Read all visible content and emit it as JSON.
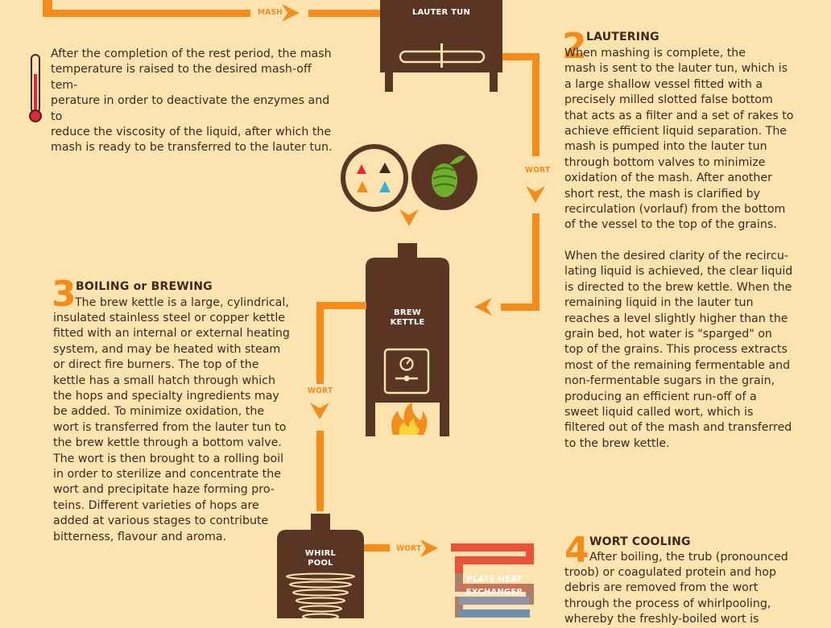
{
  "colors": {
    "background": "#fce3b0",
    "accent": "#f28c1c",
    "vessel": "#5a3524",
    "text": "#3d2a1c"
  },
  "intro": {
    "text": "After the completion of the rest period, the mash temperature is raised to the desired mash-off temperature in order to deactivate the enzymes and to reduce the viscosity of the liquid, after which the mash is ready to be transferred to the lauter tun.",
    "lines": [
      "After the completion of the rest period, the mash",
      "temperature is raised to the desired mash-off tem-",
      "perature in order to deactivate the enzymes and to",
      "reduce the viscosity of the liquid, after which the",
      "mash is ready to be transferred to the lauter tun."
    ],
    "icon": "thermometer-icon"
  },
  "flow_labels": {
    "mash": "MASH",
    "wort_1": "WORT",
    "wort_2": "WORT",
    "wort_3": "WORT"
  },
  "vessels": {
    "lauter_tun": "LAUTER TUN",
    "brew_kettle": [
      "BREW",
      "KETTLE"
    ],
    "whirlpool": [
      "WHIRL",
      "POOL"
    ],
    "plate_heat_exchanger": [
      "PLATE HEAT",
      "EXCHANGER"
    ]
  },
  "icons": {
    "ingredients": "specialty-ingredients-icon",
    "hops": "hop-cone-icon",
    "fire": "flame-icon",
    "gauge": "pressure-gauge-icon"
  },
  "sections": {
    "lautering": {
      "number": "2",
      "title": "LAUTERING",
      "para1": [
        "When mashing is complete, the",
        "mash is sent to the lauter tun, which is",
        "a large shallow vessel fitted with a",
        "precisely milled slotted false bottom",
        "that acts as a filter and a set of rakes to",
        "achieve efficient liquid separation. The",
        "mash is pumped into the lauter tun",
        "through bottom valves to minimize",
        "oxidation of the mash. After another",
        "short rest, the mash is clarified by",
        "recirculation (vorlauf) from the bottom",
        "of the vessel to the top of the grains."
      ],
      "para2": [
        "When the desired clarity of the recircu-",
        "lating liquid is achieved, the clear liquid",
        "is directed to the brew kettle. When the",
        "remaining liquid in the lauter tun",
        "reaches a level slightly higher than the",
        "grain bed, hot water is \"sparged\" on",
        "top of the grains. This process extracts",
        "most of the remaining fermentable and",
        "non-fermentable sugars in the grain,",
        "producing an efficient run-off of a",
        "sweet liquid called wort, which is",
        "filtered out of the mash and transferred",
        "to the brew kettle."
      ]
    },
    "boiling": {
      "number": "3",
      "title": "BOILING or BREWING",
      "lines": [
        "The brew kettle is a large, cylindrical,",
        "insulated stainless steel or copper kettle",
        "fitted with an internal or external heating",
        "system, and may be heated with steam",
        "or direct fire burners. The top of the",
        "kettle has a small hatch through which",
        "the hops and specialty ingredients may",
        "be added. To minimize oxidation, the",
        "wort is transferred from the lauter tun to",
        "the brew kettle through a bottom valve.",
        "The wort is then brought to a rolling boil",
        "in order to sterilize and concentrate the",
        "wort and precipitate haze forming pro-",
        "teins. Different varieties of hops are",
        "added at various stages to contribute",
        "bitterness, flavour and aroma."
      ]
    },
    "cooling": {
      "number": "4",
      "title": "WORT COOLING",
      "lines": [
        "After boiling, the trub (pronounced",
        "troob) or coagulated protein and hop",
        "debris are removed from the wort",
        "through the process of whirlpooling,",
        "whereby the freshly-boiled wort is"
      ]
    }
  }
}
